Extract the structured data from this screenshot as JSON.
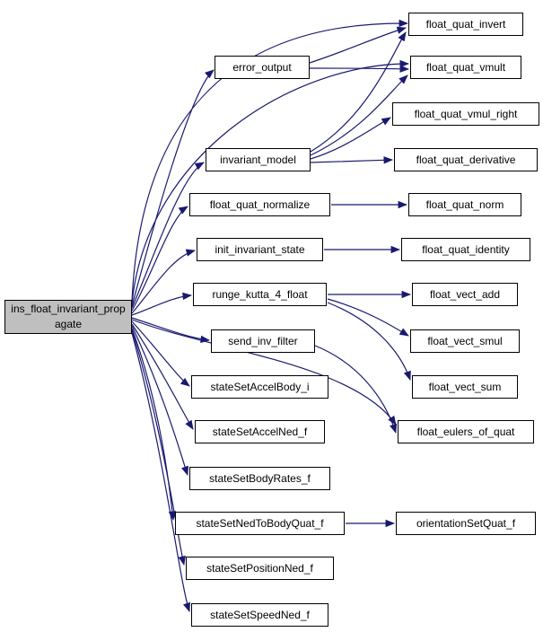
{
  "diagram": {
    "type": "call-graph",
    "colors": {
      "edge": "#191970",
      "node_border": "#000000",
      "node_fill": "#ffffff",
      "main_node_fill": "#bfbfbf",
      "background": "#ffffff"
    },
    "nodes": [
      {
        "id": "ins_float_invariant_propagate",
        "label": "ins_float_invariant_propagate",
        "main": true
      },
      {
        "id": "error_output",
        "label": "error_output"
      },
      {
        "id": "invariant_model",
        "label": "invariant_model"
      },
      {
        "id": "float_quat_normalize",
        "label": "float_quat_normalize"
      },
      {
        "id": "init_invariant_state",
        "label": "init_invariant_state"
      },
      {
        "id": "runge_kutta_4_float",
        "label": "runge_kutta_4_float"
      },
      {
        "id": "send_inv_filter",
        "label": "send_inv_filter"
      },
      {
        "id": "stateSetAccelBody_i",
        "label": "stateSetAccelBody_i"
      },
      {
        "id": "stateSetAccelNed_f",
        "label": "stateSetAccelNed_f"
      },
      {
        "id": "stateSetBodyRates_f",
        "label": "stateSetBodyRates_f"
      },
      {
        "id": "stateSetNedToBodyQuat_f",
        "label": "stateSetNedToBodyQuat_f"
      },
      {
        "id": "stateSetPositionNed_f",
        "label": "stateSetPositionNed_f"
      },
      {
        "id": "stateSetSpeedNed_f",
        "label": "stateSetSpeedNed_f"
      },
      {
        "id": "float_quat_invert",
        "label": "float_quat_invert"
      },
      {
        "id": "float_quat_vmult",
        "label": "float_quat_vmult"
      },
      {
        "id": "float_quat_vmul_right",
        "label": "float_quat_vmul_right"
      },
      {
        "id": "float_quat_derivative",
        "label": "float_quat_derivative"
      },
      {
        "id": "float_quat_norm",
        "label": "float_quat_norm"
      },
      {
        "id": "float_quat_identity",
        "label": "float_quat_identity"
      },
      {
        "id": "float_vect_add",
        "label": "float_vect_add"
      },
      {
        "id": "float_vect_smul",
        "label": "float_vect_smul"
      },
      {
        "id": "float_vect_sum",
        "label": "float_vect_sum"
      },
      {
        "id": "float_eulers_of_quat",
        "label": "float_eulers_of_quat"
      },
      {
        "id": "orientationSetQuat_f",
        "label": "orientationSetQuat_f"
      }
    ],
    "edges": [
      {
        "from": "ins_float_invariant_propagate",
        "to": "float_quat_invert"
      },
      {
        "from": "ins_float_invariant_propagate",
        "to": "float_quat_vmult"
      },
      {
        "from": "ins_float_invariant_propagate",
        "to": "error_output"
      },
      {
        "from": "ins_float_invariant_propagate",
        "to": "invariant_model"
      },
      {
        "from": "ins_float_invariant_propagate",
        "to": "float_quat_normalize"
      },
      {
        "from": "ins_float_invariant_propagate",
        "to": "init_invariant_state"
      },
      {
        "from": "ins_float_invariant_propagate",
        "to": "runge_kutta_4_float"
      },
      {
        "from": "ins_float_invariant_propagate",
        "to": "send_inv_filter"
      },
      {
        "from": "ins_float_invariant_propagate",
        "to": "float_eulers_of_quat"
      },
      {
        "from": "ins_float_invariant_propagate",
        "to": "stateSetAccelBody_i"
      },
      {
        "from": "ins_float_invariant_propagate",
        "to": "stateSetAccelNed_f"
      },
      {
        "from": "ins_float_invariant_propagate",
        "to": "stateSetBodyRates_f"
      },
      {
        "from": "ins_float_invariant_propagate",
        "to": "stateSetNedToBodyQuat_f"
      },
      {
        "from": "ins_float_invariant_propagate",
        "to": "stateSetPositionNed_f"
      },
      {
        "from": "ins_float_invariant_propagate",
        "to": "stateSetSpeedNed_f"
      },
      {
        "from": "error_output",
        "to": "float_quat_invert"
      },
      {
        "from": "error_output",
        "to": "float_quat_vmult"
      },
      {
        "from": "invariant_model",
        "to": "float_quat_invert"
      },
      {
        "from": "invariant_model",
        "to": "float_quat_vmult"
      },
      {
        "from": "invariant_model",
        "to": "float_quat_vmul_right"
      },
      {
        "from": "invariant_model",
        "to": "float_quat_derivative"
      },
      {
        "from": "float_quat_normalize",
        "to": "float_quat_norm"
      },
      {
        "from": "init_invariant_state",
        "to": "float_quat_identity"
      },
      {
        "from": "runge_kutta_4_float",
        "to": "float_vect_add"
      },
      {
        "from": "runge_kutta_4_float",
        "to": "float_vect_smul"
      },
      {
        "from": "runge_kutta_4_float",
        "to": "float_vect_sum"
      },
      {
        "from": "send_inv_filter",
        "to": "float_eulers_of_quat"
      },
      {
        "from": "stateSetNedToBodyQuat_f",
        "to": "orientationSetQuat_f"
      }
    ]
  }
}
